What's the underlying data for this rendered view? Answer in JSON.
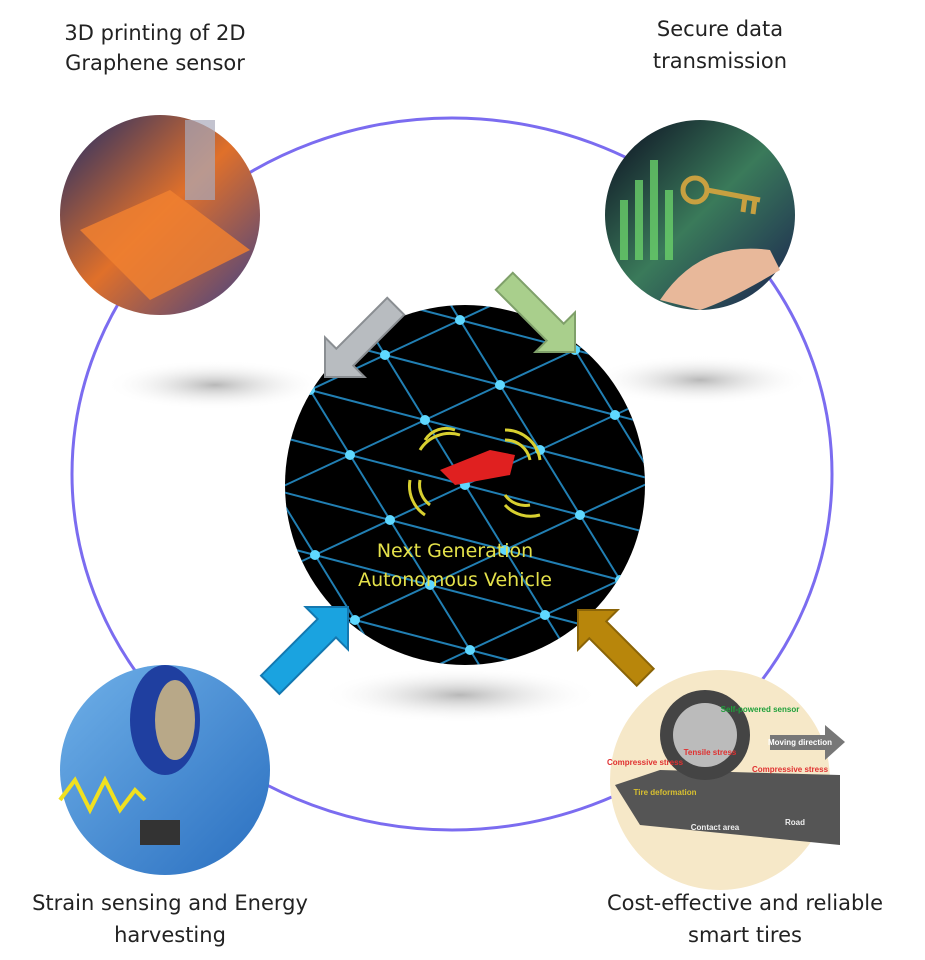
{
  "center": {
    "line1": "Next Generation",
    "line2": "Autonomous Vehicle"
  },
  "nodes": [
    {
      "id": "graphene",
      "line1": "3D printing of 2D",
      "line2": "Graphene sensor",
      "arrow_color": "#b8bcc0"
    },
    {
      "id": "secure",
      "line1": "Secure data",
      "line2": "transmission",
      "arrow_color": "#a9cf8c"
    },
    {
      "id": "strain",
      "line1": "Strain sensing and Energy",
      "line2": "harvesting",
      "arrow_color": "#1aa3e0"
    },
    {
      "id": "tires",
      "line1": "Cost-effective and reliable",
      "line2": "smart tires",
      "arrow_color": "#b8860b"
    }
  ],
  "tire_image": {
    "self_powered": "Self-powered sensor",
    "moving": "Moving direction",
    "compressive_left": "Compressive stress",
    "compressive_right": "Compressive stress",
    "tensile": "Tensile stress",
    "deformation": "Tire deformation",
    "contact": "Contact area",
    "road": "Road"
  },
  "colors": {
    "ring": "#7b6cf0",
    "center_bg": "#000000",
    "grid": "#2a9fe0",
    "text_center": "#e4e14a"
  }
}
